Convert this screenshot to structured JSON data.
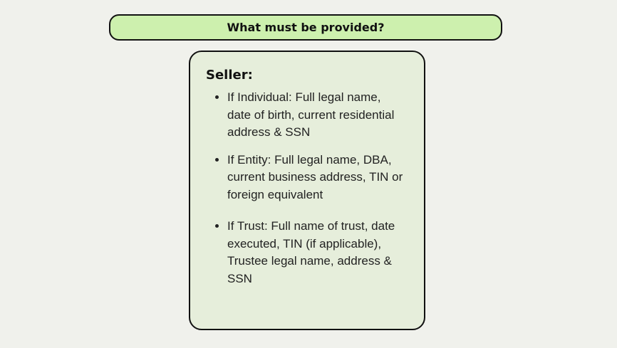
{
  "title": "What must be provided?",
  "section": "Seller:",
  "items": [
    "If Individual: Full legal name, date of birth, current residential address & SSN",
    "If Entity: Full legal name, DBA, current business address, TIN or foreign equivalent",
    "If Trust: Full name of trust, date executed, TIN (if applicable), Trustee legal name, address & SSN"
  ]
}
